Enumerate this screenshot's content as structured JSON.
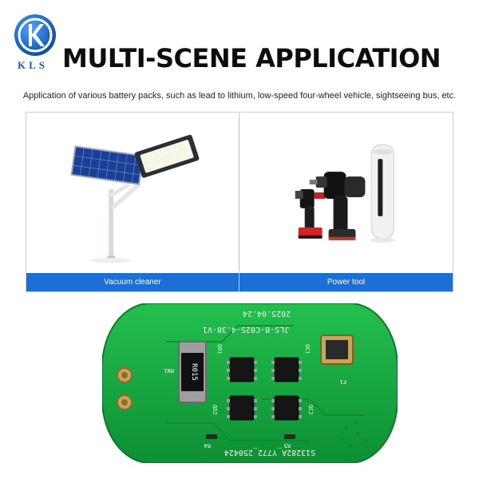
{
  "brand": {
    "logo_text": "KLS",
    "logo_color": "#1a5fb4"
  },
  "header": {
    "title": "MULTI-SCENE APPLICATION",
    "subtitle": "Application of various battery packs, such as lead to lithium, low-speed four-wheel vehicle, sightseeing bus, etc."
  },
  "panels": [
    {
      "caption": "Vacuum cleaner",
      "image": "solar-street-light"
    },
    {
      "caption": "Power tool",
      "image": "power-drill-and-battery"
    }
  ],
  "pcb": {
    "board_date": "2025.04.24",
    "board_model": "JLS-B-C02S-4.38-V1",
    "resistor_label": "R015",
    "bottom_code": "S13282A_Y772_250424",
    "labels": {
      "rn1": "RN1",
      "qd1": "QD1",
      "qd2": "QD2",
      "qc1": "QC1",
      "qc2": "QC2",
      "r4": "R4",
      "r5": "R5",
      "f1": "F1"
    },
    "colors": {
      "board": "#13a63d",
      "accent": "#1d6fd6"
    }
  }
}
